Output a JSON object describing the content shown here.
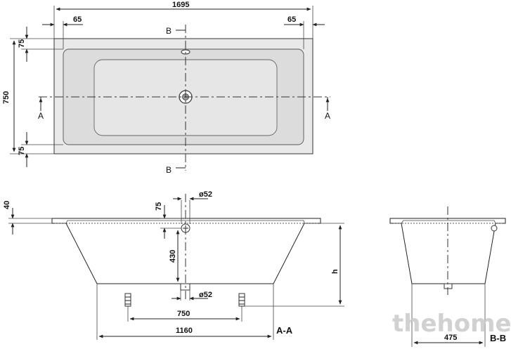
{
  "top_view": {
    "overall_length": "1695",
    "left_rim": "65",
    "right_rim": "65",
    "width": "750",
    "top_rim": "75",
    "bottom_rim": "75",
    "section_a_left": "A",
    "section_a_right": "A",
    "section_b_top": "B",
    "section_b_bottom": "B"
  },
  "section_aa": {
    "rim_height": "40",
    "overflow_offset": "75",
    "overflow_diameter": "ø52",
    "depth": "430",
    "waste_diameter": "ø52",
    "feet_spacing": "750",
    "base_length": "1160",
    "height_label": "h",
    "section_label": "A-A"
  },
  "section_bb": {
    "base_width": "475",
    "section_label": "B-B"
  },
  "watermark": "thehome"
}
